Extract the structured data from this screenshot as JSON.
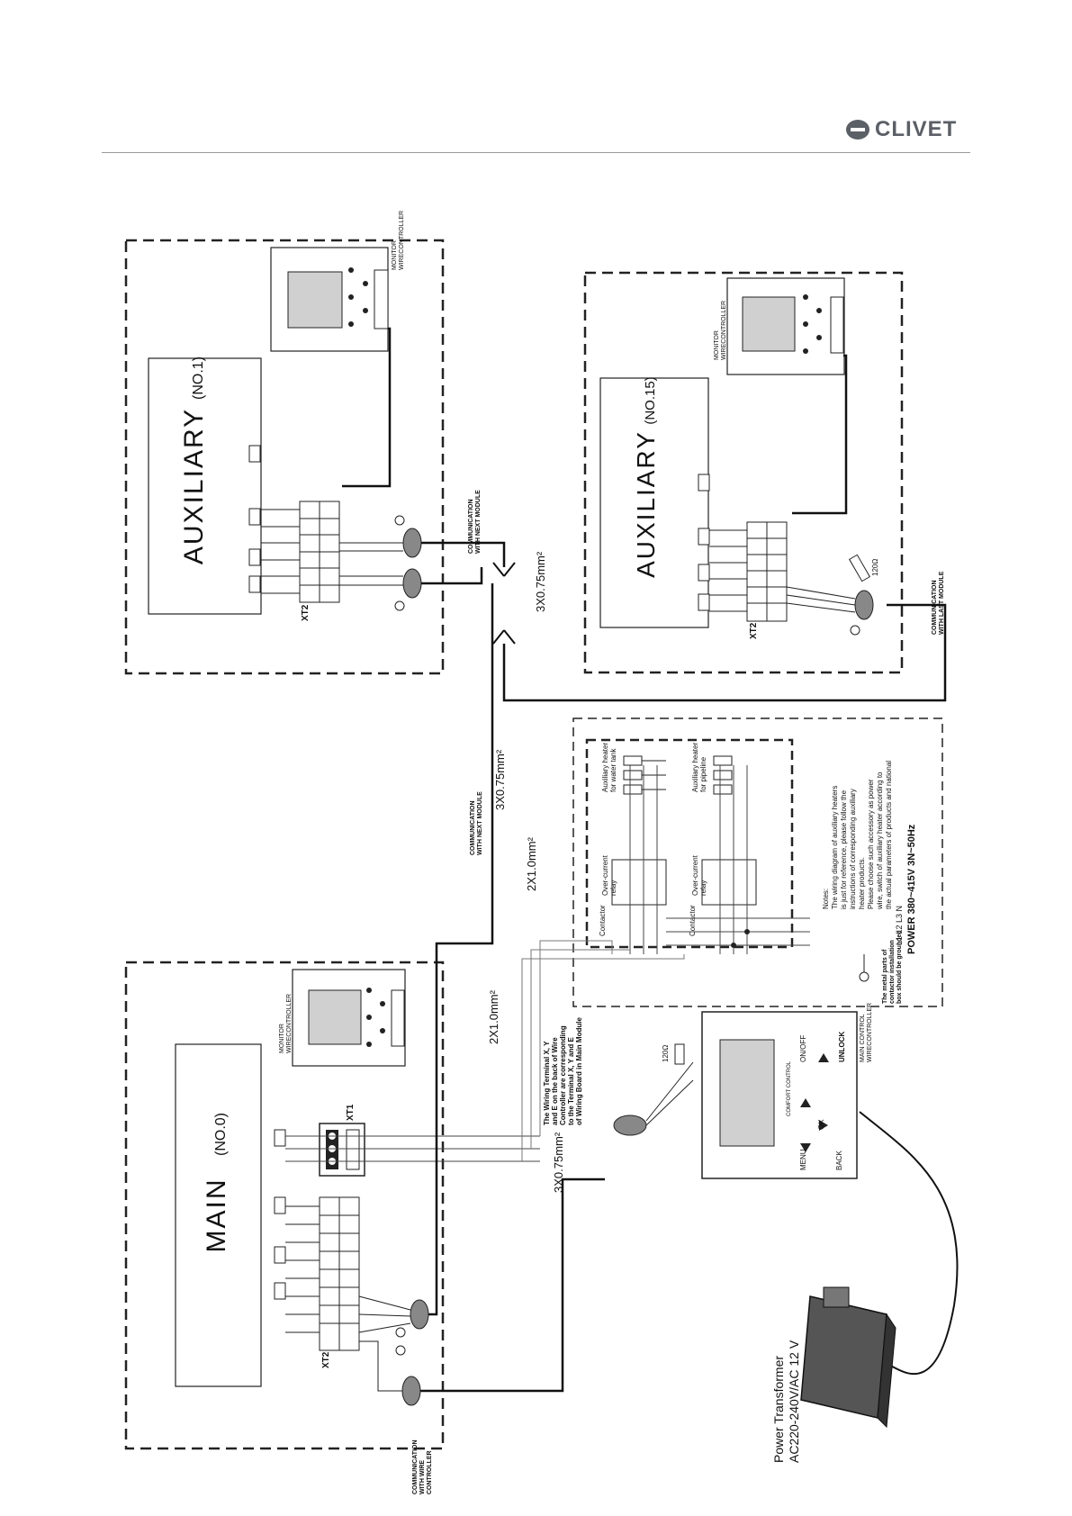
{
  "brand": {
    "name": "CLIVET"
  },
  "diagram": {
    "auxiliary_top": {
      "title": "AUXILIARY",
      "number": "(NO.1)",
      "terminal": "XT2",
      "monitor_label": [
        "MONITOR",
        "WIRECONTROLLER"
      ],
      "comm_label": [
        "COMMUNICATION",
        "WITH NEXT MODULE"
      ]
    },
    "auxiliary_right": {
      "title": "AUXILIARY",
      "number": "(NO.15)",
      "terminal": "XT2",
      "monitor_label": [
        "MONITOR",
        "WIRECONTROLLER"
      ],
      "comm_label": [
        "COMMUNICATION",
        "WITH LAST MODULE"
      ],
      "resistor": "120Ω"
    },
    "main": {
      "title": "MAIN",
      "number": "(NO.0)",
      "terminal": "XT2",
      "terminal2": "XT1",
      "monitor_label": [
        "MONITOR",
        "WIRECONTROLLER"
      ],
      "comm_label": [
        "COMMUNICATION",
        "WITH WIRE",
        "CONTROLLER"
      ]
    },
    "cables": {
      "c1": "3X0.75mm²",
      "c2": "3X0.75mm²",
      "c3": "2X1.0mm²",
      "c4": "2X1.0mm²",
      "c5": "3X0.75mm²",
      "comm_next": [
        "COMMUNICATION",
        "WITH NEXT MODULE"
      ]
    },
    "heater": {
      "contactor": "Contactor",
      "relay": [
        "Over-current",
        "relay"
      ],
      "heater1": [
        "Auxiliary heater",
        "for water tank"
      ],
      "heater2": [
        "Auxiliary heater",
        "for pipeline"
      ],
      "notes_title": "Notes:",
      "notes": [
        "The wiring diagram of auxiliary heaters",
        "is just for reference, please follow the",
        "instructions of corresponding auxiliary",
        "heater products.",
        "Please choose such accessory as power",
        "wire, switch of auxiliary heater according to",
        "the actual parameters of products and national"
      ],
      "phases": "L1 L2 L3 N",
      "power": "POWER 380~415V 3N~50Hz",
      "ground_note": [
        "The metal parts of",
        "contactor installation",
        "box should be grounded"
      ]
    },
    "wiring_note": [
      "The Wiring Terminal X, Y",
      "and E on the back of Wire",
      "Controller are corresponding",
      "to the Terminal X, Y and E",
      "of Wiring Board in Main Module"
    ],
    "main_controller": {
      "label": [
        "MAIN CONTROL",
        "WIRECONTROLLER"
      ],
      "buttons": {
        "menu": "MENU",
        "back": "BACK",
        "ok": "OK",
        "onoff": "ON/OFF",
        "unlock": "UNLOCK"
      },
      "header": "COMFORT CONTROL",
      "resistor": "120Ω"
    },
    "transformer": [
      "Power Transformer",
      "AC220-240V/AC 12 V"
    ]
  }
}
